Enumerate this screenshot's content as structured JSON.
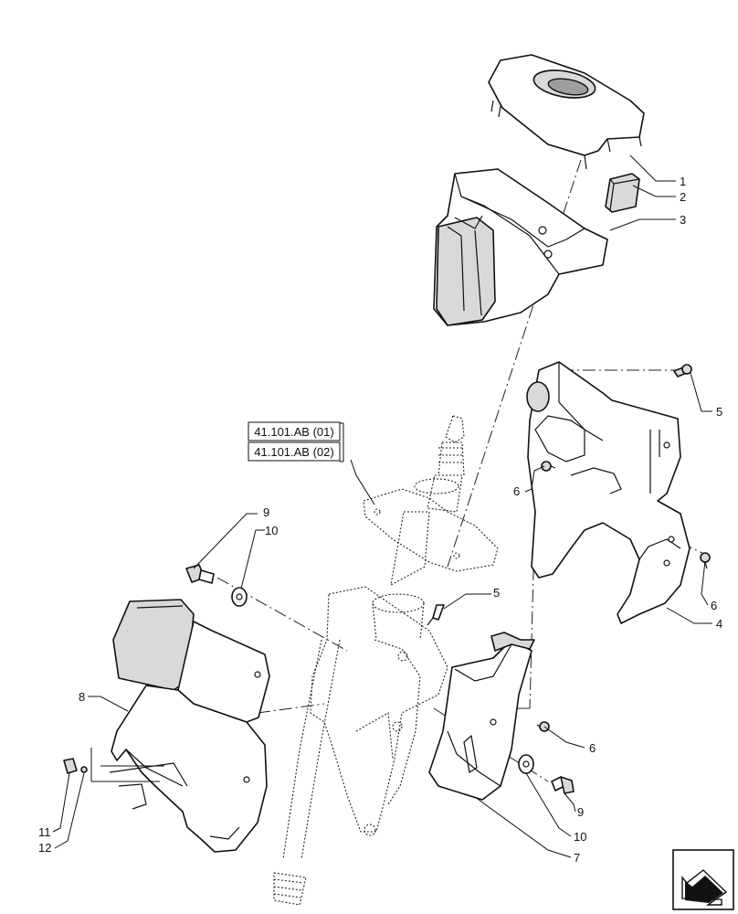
{
  "references": [
    "41.101.AB (01)",
    "41.101.AB (02)"
  ],
  "callouts": [
    "1",
    "2",
    "3",
    "4",
    "5",
    "5",
    "6",
    "6",
    "6",
    "7",
    "8",
    "9",
    "9",
    "10",
    "10",
    "11",
    "12"
  ],
  "icons": {
    "navigation": "arrow-icon"
  }
}
